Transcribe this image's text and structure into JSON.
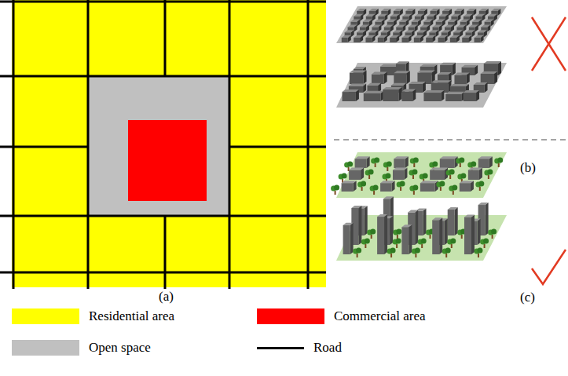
{
  "diagram": {
    "labels": [
      "(a)",
      "(b)",
      "(c)"
    ],
    "legend": [
      {
        "text": "Residential area",
        "color": "#ffff00"
      },
      {
        "text": "Commercial area",
        "color": "#ff0000"
      },
      {
        "text": "Open space",
        "color": "#c0c0c0"
      },
      {
        "text": "Road"
      }
    ]
  }
}
